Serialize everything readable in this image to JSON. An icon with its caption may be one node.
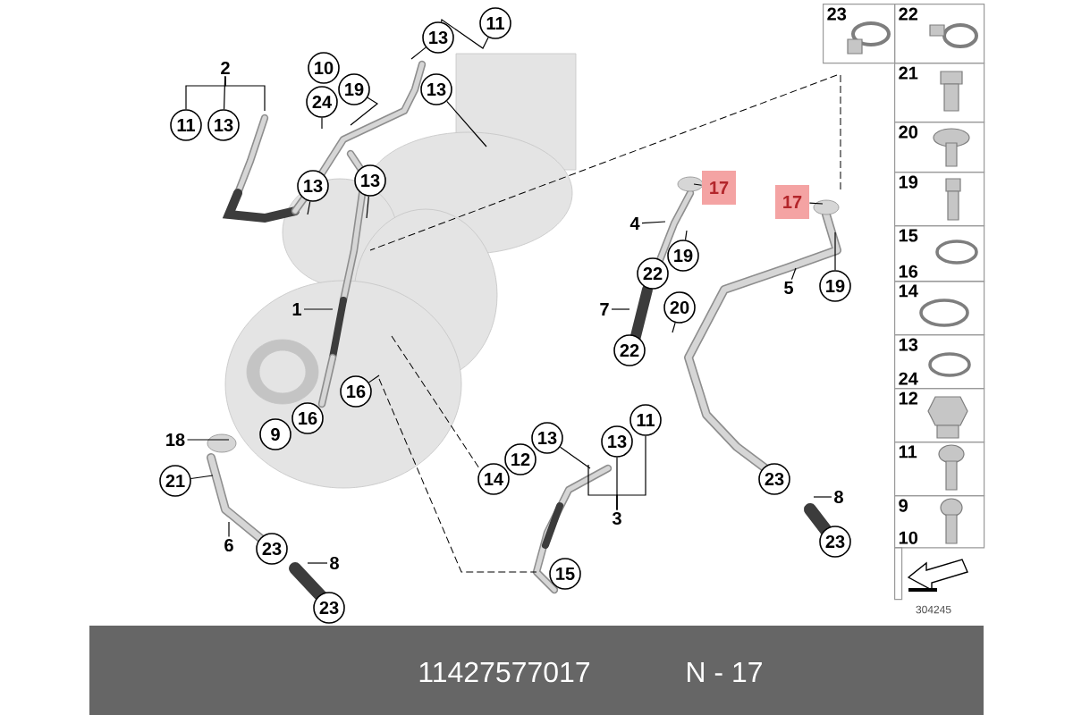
{
  "diagram": {
    "nodes": [
      {
        "text": [
          "11"
        ]
      },
      {
        "text": [
          "13"
        ]
      },
      {
        "text": [
          "2"
        ]
      },
      {
        "text": [
          "10"
        ]
      },
      {
        "text": [
          "19"
        ]
      },
      {
        "text": [
          "13"
        ]
      },
      {
        "text": [
          "24"
        ]
      },
      {
        "text": [
          "11"
        ]
      },
      {
        "text": [
          "13"
        ]
      },
      {
        "text": [
          "13"
        ]
      },
      {
        "text": [
          "13"
        ]
      },
      {
        "text": [
          "17"
        ]
      },
      {
        "text": [
          "17"
        ]
      },
      {
        "text": [
          "4"
        ]
      },
      {
        "text": [
          "19"
        ]
      },
      {
        "text": [
          "22"
        ]
      },
      {
        "text": [
          "5"
        ]
      },
      {
        "text": [
          "19"
        ]
      },
      {
        "text": [
          "1"
        ]
      },
      {
        "text": [
          "7"
        ]
      },
      {
        "text": [
          "20"
        ]
      },
      {
        "text": [
          "22"
        ]
      },
      {
        "text": [
          "16"
        ]
      },
      {
        "text": [
          "16"
        ]
      },
      {
        "text": [
          "11"
        ]
      },
      {
        "text": [
          "9"
        ]
      },
      {
        "text": [
          "13"
        ]
      },
      {
        "text": [
          "18"
        ]
      },
      {
        "text": [
          "13"
        ]
      },
      {
        "text": [
          "12"
        ]
      },
      {
        "text": [
          "14"
        ]
      },
      {
        "text": [
          "23"
        ]
      },
      {
        "text": [
          "21"
        ]
      },
      {
        "text": [
          "8"
        ]
      },
      {
        "text": [
          "3"
        ]
      },
      {
        "text": [
          "23"
        ]
      },
      {
        "text": [
          "6"
        ]
      },
      {
        "text": [
          "23"
        ]
      },
      {
        "text": [
          "8"
        ]
      },
      {
        "text": [
          "15"
        ]
      },
      {
        "text": [
          "23"
        ]
      },
      {
        "text": [
          "23"
        ]
      },
      {
        "text": [
          "22"
        ]
      },
      {
        "text": [
          "21"
        ]
      },
      {
        "text": [
          "20"
        ]
      },
      {
        "text": [
          "19"
        ]
      },
      {
        "text": [
          "15",
          "16"
        ]
      },
      {
        "text": [
          "14"
        ]
      },
      {
        "text": [
          "13",
          "24"
        ]
      },
      {
        "text": [
          "12"
        ]
      },
      {
        "text": [
          "11"
        ]
      },
      {
        "text": [
          "9",
          "10"
        ]
      },
      {
        "text": [],
        "shape": "box"
      }
    ],
    "edges": [
      {
        "from": 0,
        "to": 1,
        "arrow": "none"
      },
      {
        "from": 1,
        "to": null,
        "arrow": "none"
      },
      {
        "from": 2,
        "to": 7,
        "arrow": "none"
      },
      {
        "from": 2,
        "to": 8,
        "arrow": "none"
      },
      {
        "from": 2,
        "to": null,
        "arrow": "none"
      },
      {
        "from": 6,
        "to": null,
        "arrow": "none"
      },
      {
        "from": 4,
        "to": null,
        "arrow": "none"
      },
      {
        "from": 5,
        "to": null,
        "arrow": "none"
      },
      {
        "from": 10,
        "to": null,
        "arrow": "none"
      },
      {
        "from": 9,
        "to": null,
        "arrow": "none"
      },
      {
        "from": 11,
        "to": null,
        "arrow": "none"
      },
      {
        "from": 12,
        "to": null,
        "arrow": "none"
      },
      {
        "from": 13,
        "to": null,
        "arrow": "none"
      },
      {
        "from": 14,
        "to": null,
        "arrow": "none"
      },
      {
        "from": 16,
        "to": null,
        "arrow": "none"
      },
      {
        "from": 17,
        "to": null,
        "arrow": "none"
      },
      {
        "from": 18,
        "to": null,
        "arrow": "none"
      },
      {
        "from": 19,
        "to": null,
        "arrow": "none"
      },
      {
        "from": 20,
        "to": null,
        "arrow": "none"
      },
      {
        "from": 22,
        "to": null,
        "arrow": "none"
      },
      {
        "from": 34,
        "to": 28,
        "arrow": "none"
      },
      {
        "from": 34,
        "to": 24,
        "arrow": "none"
      },
      {
        "from": 34,
        "to": null,
        "arrow": "none"
      },
      {
        "from": 26,
        "to": null,
        "arrow": "none"
      },
      {
        "from": 27,
        "to": null,
        "arrow": "none"
      },
      {
        "from": 32,
        "to": null,
        "arrow": "none"
      },
      {
        "from": 36,
        "to": null,
        "arrow": "none"
      },
      {
        "from": 38,
        "to": null,
        "arrow": "none"
      },
      {
        "from": 33,
        "to": null,
        "arrow": "none"
      }
    ],
    "labels": [
      "304245",
      "11427577017",
      "N - 17"
    ]
  }
}
